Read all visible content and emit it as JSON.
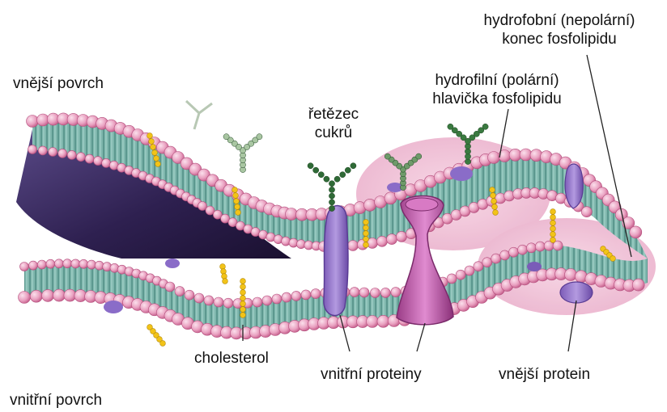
{
  "labels": {
    "outer_surface": "vnější povrch",
    "inner_surface": "vnitřní povrch",
    "sugar_chain_line1": "řetězec",
    "sugar_chain_line2": "cukrů",
    "hydrophobic_line1": "hydrofobní (nepolární)",
    "hydrophobic_line2": "konec fosfolipidu",
    "hydrophilic_line1": "hydrofilní (polární)",
    "hydrophilic_line2": "hlavička fosfolipidu",
    "cholesterol": "cholesterol",
    "integral_proteins": "vnitřní proteiny",
    "peripheral_protein": "vnější protein"
  },
  "colors": {
    "head": "#e9a0c0",
    "head_dark": "#c45c8a",
    "tails": "#7fb7ad",
    "interior": "#3c2c5e",
    "protein": "#9c7ad0",
    "protein_pink": "#c25aa8",
    "cholesterol": "#f2c318",
    "sugar_dark": "#2f6a36",
    "sugar_light": "#9fbf97",
    "leader_line": "#222222"
  }
}
